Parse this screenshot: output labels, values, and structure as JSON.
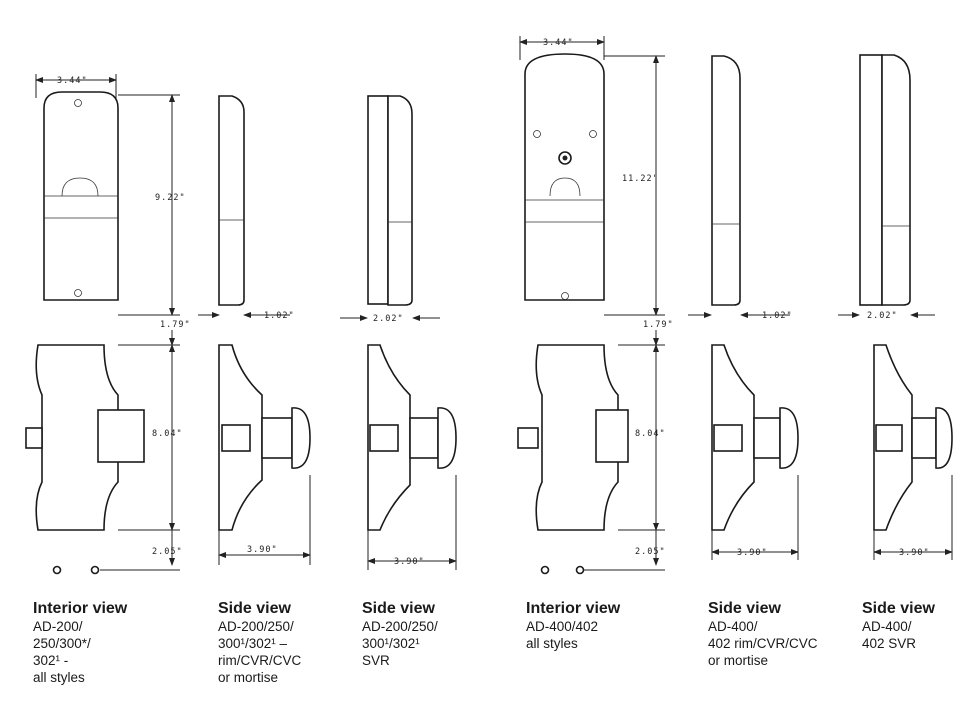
{
  "dimensions": {
    "width_1": "3.44\"",
    "width_2": "3.44\"",
    "height_1": "9.22\"",
    "height_2": "11.22\"",
    "depth_rim_1": "1.02\"",
    "depth_rim_2": "1.02\"",
    "depth_svr_1": "2.02\"",
    "depth_svr_2": "2.02\"",
    "gap_1": "1.79\"",
    "gap_2": "1.79\"",
    "bar_1": "8.04\"",
    "bar_2": "8.04\"",
    "bottom_1": "2.05\"",
    "bottom_2": "2.05\"",
    "proj_1": "3.90\"",
    "proj_2": "3.90\"",
    "proj_3": "3.90\"",
    "proj_4": "3.90\""
  },
  "captions": [
    {
      "title": "Interior view",
      "desc": "AD-200/\n250/300*/\n302¹ -\nall styles"
    },
    {
      "title": "Side view",
      "desc": "AD-200/250/\n300¹/302¹ –\nrim/CVR/CVC\nor mortise"
    },
    {
      "title": "Side view",
      "desc": "AD-200/250/\n300¹/302¹\nSVR"
    },
    {
      "title": "Interior view",
      "desc": "AD-400/402\nall styles"
    },
    {
      "title": "Side view",
      "desc": "AD-400/\n402 rim/CVR/CVC\nor mortise"
    },
    {
      "title": "Side view",
      "desc": "AD-400/\n402 SVR"
    }
  ]
}
